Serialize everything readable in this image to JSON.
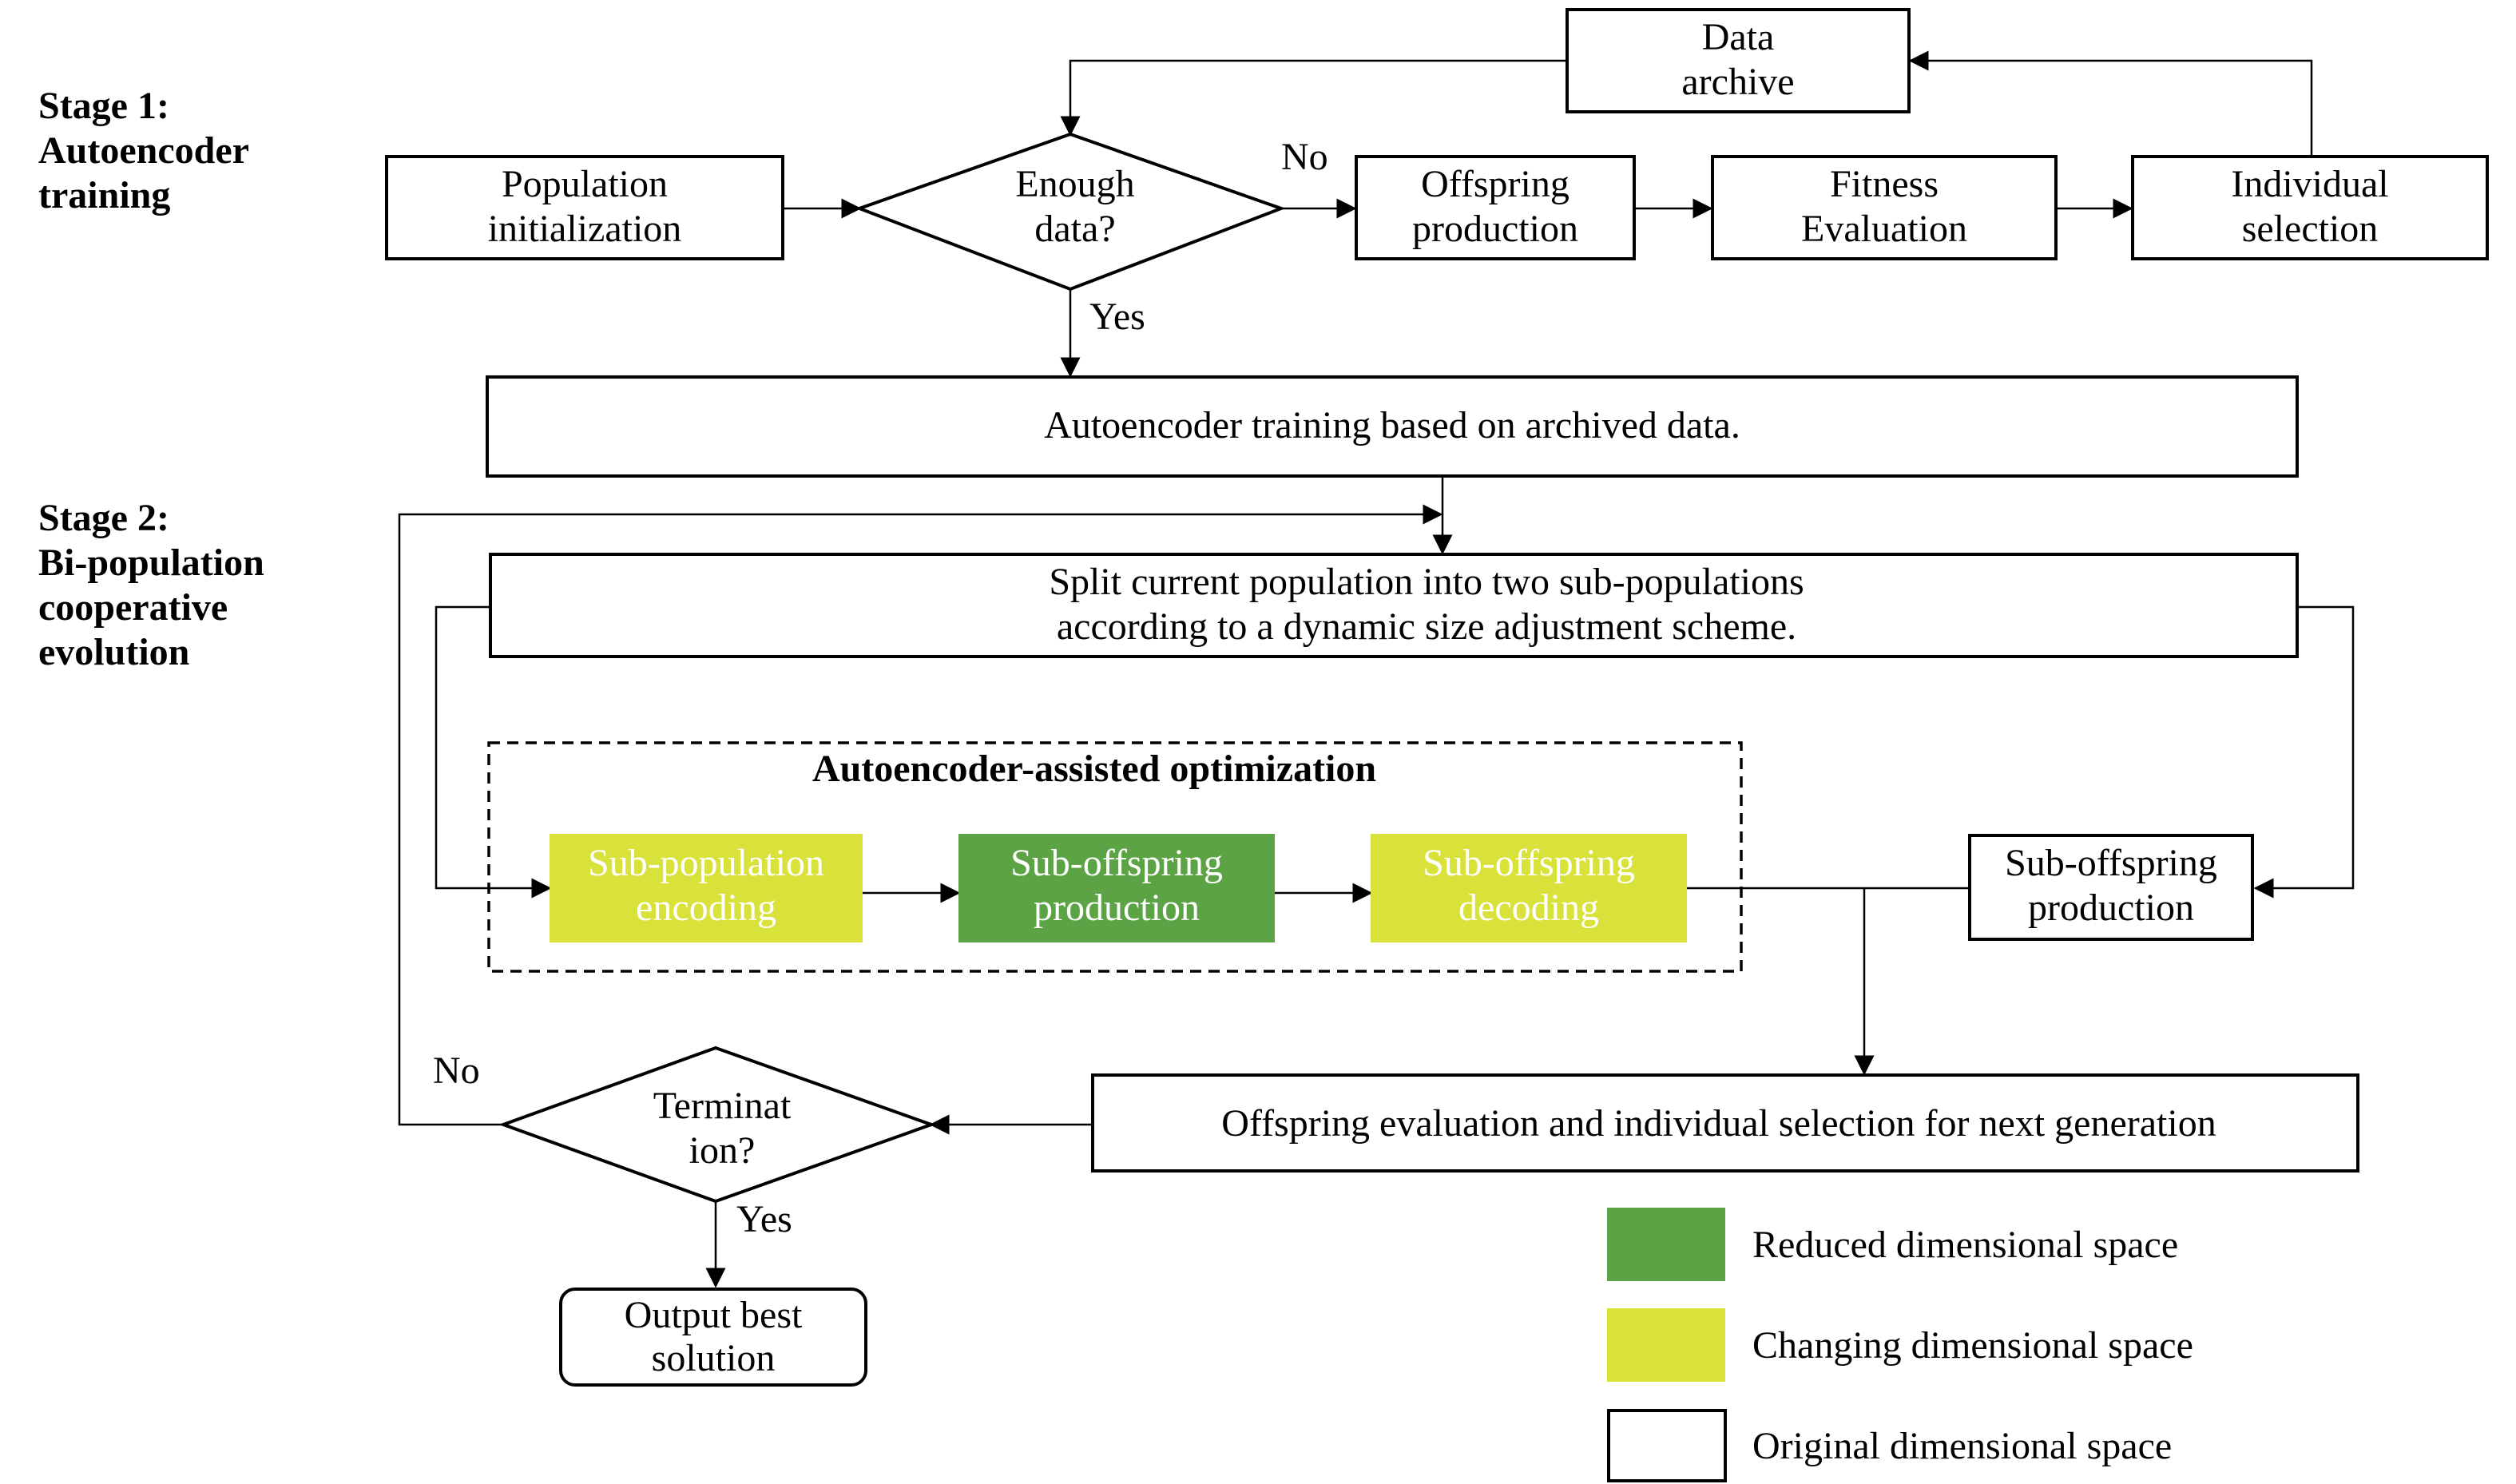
{
  "stage1": {
    "label_lines": [
      "Stage 1:",
      "Autoencoder",
      "training"
    ]
  },
  "stage2": {
    "label_lines": [
      "Stage 2:",
      "Bi-population",
      "cooperative",
      "evolution"
    ]
  },
  "nodes": {
    "data_archive": [
      "Data",
      "archive"
    ],
    "population_init": [
      "Population",
      "initialization"
    ],
    "enough_data": [
      "Enough",
      "data?"
    ],
    "offspring_production": [
      "Offspring",
      "production"
    ],
    "fitness_evaluation": [
      "Fitness",
      "Evaluation"
    ],
    "individual_selection": [
      "Individual",
      "selection"
    ],
    "autoencoder_training": [
      "Autoencoder training based on archived data."
    ],
    "split_population": [
      "Split current population into two sub-populations",
      "according to a dynamic size adjustment scheme."
    ],
    "autoencoder_group": "Autoencoder-assisted optimization",
    "subpop_encoding": [
      "Sub-population",
      "encoding"
    ],
    "sub_offspring_production_reduced": [
      "Sub-offspring",
      "production"
    ],
    "sub_offspring_decoding": [
      "Sub-offspring",
      "decoding"
    ],
    "sub_offspring_production_original": [
      "Sub-offspring",
      "production"
    ],
    "offspring_eval": [
      "Offspring evaluation and individual selection for next generation"
    ],
    "termination": [
      "Terminat",
      "ion?"
    ],
    "output_best": [
      "Output best",
      "solution"
    ]
  },
  "edge_labels": {
    "no_1": "No",
    "yes_1": "Yes",
    "no_2": "No",
    "yes_2": "Yes"
  },
  "legend": [
    {
      "label": "Reduced dimensional space",
      "color": "#5ca346"
    },
    {
      "label": "Changing dimensional space",
      "color": "#d9e23a"
    },
    {
      "label": "Original dimensional space",
      "color": "#ffffff"
    }
  ],
  "colors": {
    "reduced": "#5ca346",
    "changing": "#d9e23a",
    "original": "#ffffff"
  }
}
